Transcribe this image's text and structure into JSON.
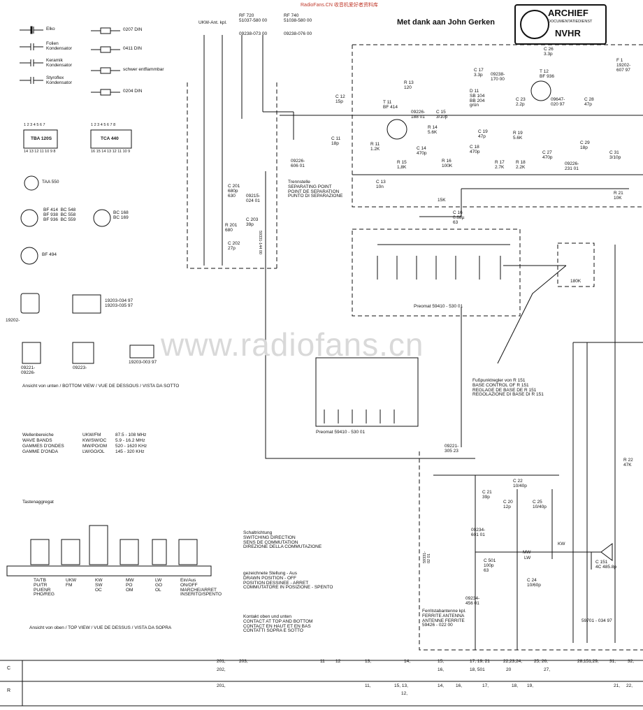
{
  "site_mark": "RadioFans.CN 收音机爱好者资料库",
  "thanks": "Met dank aan John Gerken",
  "stamp": {
    "line1": "ARCHIEF",
    "line2": "DOCUMENTATIEDIENST",
    "line3": "NVHR"
  },
  "watermark": "www.radiofans.cn",
  "legend": {
    "elko": "Elko",
    "folien": "Folien Kondensator",
    "keramik": "Keramik Kondensator",
    "styroflex": "Styroflex Kondensator",
    "r0207": "0207 DIN",
    "r0411": "0411 DIN",
    "schwer": "schwer entflammbar",
    "r0204": "0204 DIN"
  },
  "ics": {
    "pins_top": "1 2 3 4 5 6 7",
    "pins_top2": "1 2 3 4 5 6 7 8",
    "tba": "TBA 120S",
    "tca": "TCA 440",
    "pins_bot": "14 13 12 11 10 9 8",
    "pins_bot2": "16 15 14 13 12 11 10 9",
    "taa": "TAA 550",
    "bf_list": "BF 414  BC 548\nBF 938  BC 558\nBF 936  BC 559",
    "bc_list": "BC 168\nBC 169",
    "bf494": "BF 494",
    "coil1": "19203-034 97\n19203-035 97",
    "coil2": "19202-",
    "coil3": "19203-003 97",
    "coil4": "09221-\n09226-",
    "coil5": "09223-",
    "bottom_view": "Ansicht von unten / BOTTOM VIEW / VUE DE DESSOUS / VISTA DA SOTTO"
  },
  "bands": {
    "h1": "Wellenbereiche",
    "h2": "WAVE BANDS",
    "h3": "GAMMES D'ONDES",
    "h4": "GAMME D'ONDA",
    "c1": "UKW/FM",
    "c2": "KW/SW/OC",
    "c3": "MW/PO/OM",
    "c4": "LW/GO/OL",
    "v1": "87.5 - 108 MHz",
    "v2": "5.9 - 16.2 MHz",
    "v3": "520 - 1620 KHz",
    "v4": "145 - 320 KHz"
  },
  "keys": {
    "title": "Tastenaggregat",
    "ta": "TA/TB\nPU/TR\nPU/ENR\nPHO/REG",
    "ukw": "UKW\nFM",
    "kw": "KW\nSW\nOC",
    "mw": "MW\nPO\nOM",
    "lw": "LW\nGO\nOL",
    "ein": "Ein/Aus\nON/OFF\nMARCHE/ARRET\nINSERITO/SPENTO",
    "top_view": "Ansicht von oben / TOP VIEW / VUE DE DESSUS / VISTA DA SOPRA"
  },
  "notes": {
    "sw1": "Schaltrichtung\nSWITCHING DIRECTION\nSENS DE COMMUTATION\nDIREZIONE DELLA COMMUTAZIONE",
    "sw2": "gezeichnete Stellung - Aus\nDRAWN POSITION - OFF\nPOSITION DESSINEE - ARRET\nCOMMUTATORE IN POSIZIONE - SPENTO",
    "sw3": "Kontakt oben und unten\nCONTACT AT TOP AND BOTTOM\nCONTACT EN HAUT ET EN BAS\nCONTATTI SOPRA E SOTTO"
  },
  "rf": {
    "ant": "UKW-Ant. kpl.",
    "rf720": "RF 720\n51037-580 00",
    "rf740": "RF 740\n51038-580 00",
    "p1": "09238-073 00",
    "p2": "09238-076 00",
    "trenn": "Trennstelle\nSEPARATING POINT\nPOINT DE SEPARATION\nPUNTO DI SEPARAZIONE",
    "p3": "09226-\n606 01",
    "c201": "C 201\n680p\n630",
    "c203": "C 203\n39p",
    "r201": "R 201\n680",
    "c202": "C 202\n27p",
    "p4": "09215-\n024 01",
    "p5": "59331-144 00",
    "c12": "C 12\n15p",
    "c11": "C 11\n18p",
    "r13": "R 13\n120",
    "t11": "T 11\nBF 414",
    "r11": "R 11\n1.2K",
    "r15": "R 15\n1,8K",
    "c13": "C 13\n10n",
    "c14": "C 14\n470p",
    "p6": "09226-\n188 01",
    "c15": "C 15\n3/10p",
    "c17": "C 17\n3.3p",
    "d11": "D 11\nSB 104\nBB 204\ngrün",
    "r14": "R 14\n5.6K",
    "c19": "C 19\n47p",
    "c18": "C 18\n470p",
    "r16": "R 16\n100K",
    "r17": "R 17\n2.7K",
    "r18": "R 18\n2.2K",
    "p7": "09238-\n170 00",
    "c23": "C 23\n2.2p",
    "c26": "C 26\n3.3p",
    "t12": "T 12\nBF 936",
    "p8": "09647-\n020 97",
    "c28": "C 28\n47p",
    "r19": "R 19\n5.6K",
    "c27": "C 27\n470p",
    "c29": "C 29\n18p",
    "c31": "C 31\n3/10p",
    "p9": "09226-\n231 01",
    "f1": "F 1\n19202-\n607 97",
    "r21": "R 21\n10K",
    "r151": "15K",
    "c16": "C 16\n0.68µ\n63",
    "preomat": "Preomat   59410 - 530 01",
    "preomat2": "Preomat   59410 - 530 01",
    "r180": "180K",
    "fuss": "Fußpunktregler von R 151\nBASE CONTROL OF R 151\nREGLAGE DE BASE DE R 151\nREGOLAZIONE DI BASE DI R 151",
    "p10": "09221-\n305 23",
    "c21": "C 21\n39p",
    "c22": "C 22\n10/40p",
    "c20": "C 20\n12p",
    "c25": "C 25\n10/40p",
    "p11": "09234-\n601 01",
    "c501": "C 501\n100p\n63",
    "c24": "C 24\n10/60p",
    "p12": "09234-\n456 01",
    "ferrit": "Ferritstabantenne kpl.\nFERRITE ANTENNA\nANTENNE FERRITE\n59426 - 022 00",
    "c151": "C 151\n4C 485.8p",
    "p13": "59701 - 034 97",
    "r22": "R 22\n47K",
    "p14": "59331-\n02 01",
    "kw": "KW",
    "lw": "LW",
    "mw": "MW"
  },
  "bottom_rows": {
    "C": [
      "201,",
      "203,",
      "11",
      "12",
      "13,",
      "14,",
      "15,",
      "17, 19, 21",
      "22,23,24,",
      "25, 26,",
      "28,151,29,",
      "31,",
      "32,",
      "202,",
      "16,",
      "18, 501",
      "20",
      "27,"
    ],
    "R": [
      "201,",
      "11,",
      "15, 13,",
      "14,",
      "16,",
      "17,",
      "18,",
      "19,",
      "21,",
      "22,",
      "12,"
    ]
  }
}
